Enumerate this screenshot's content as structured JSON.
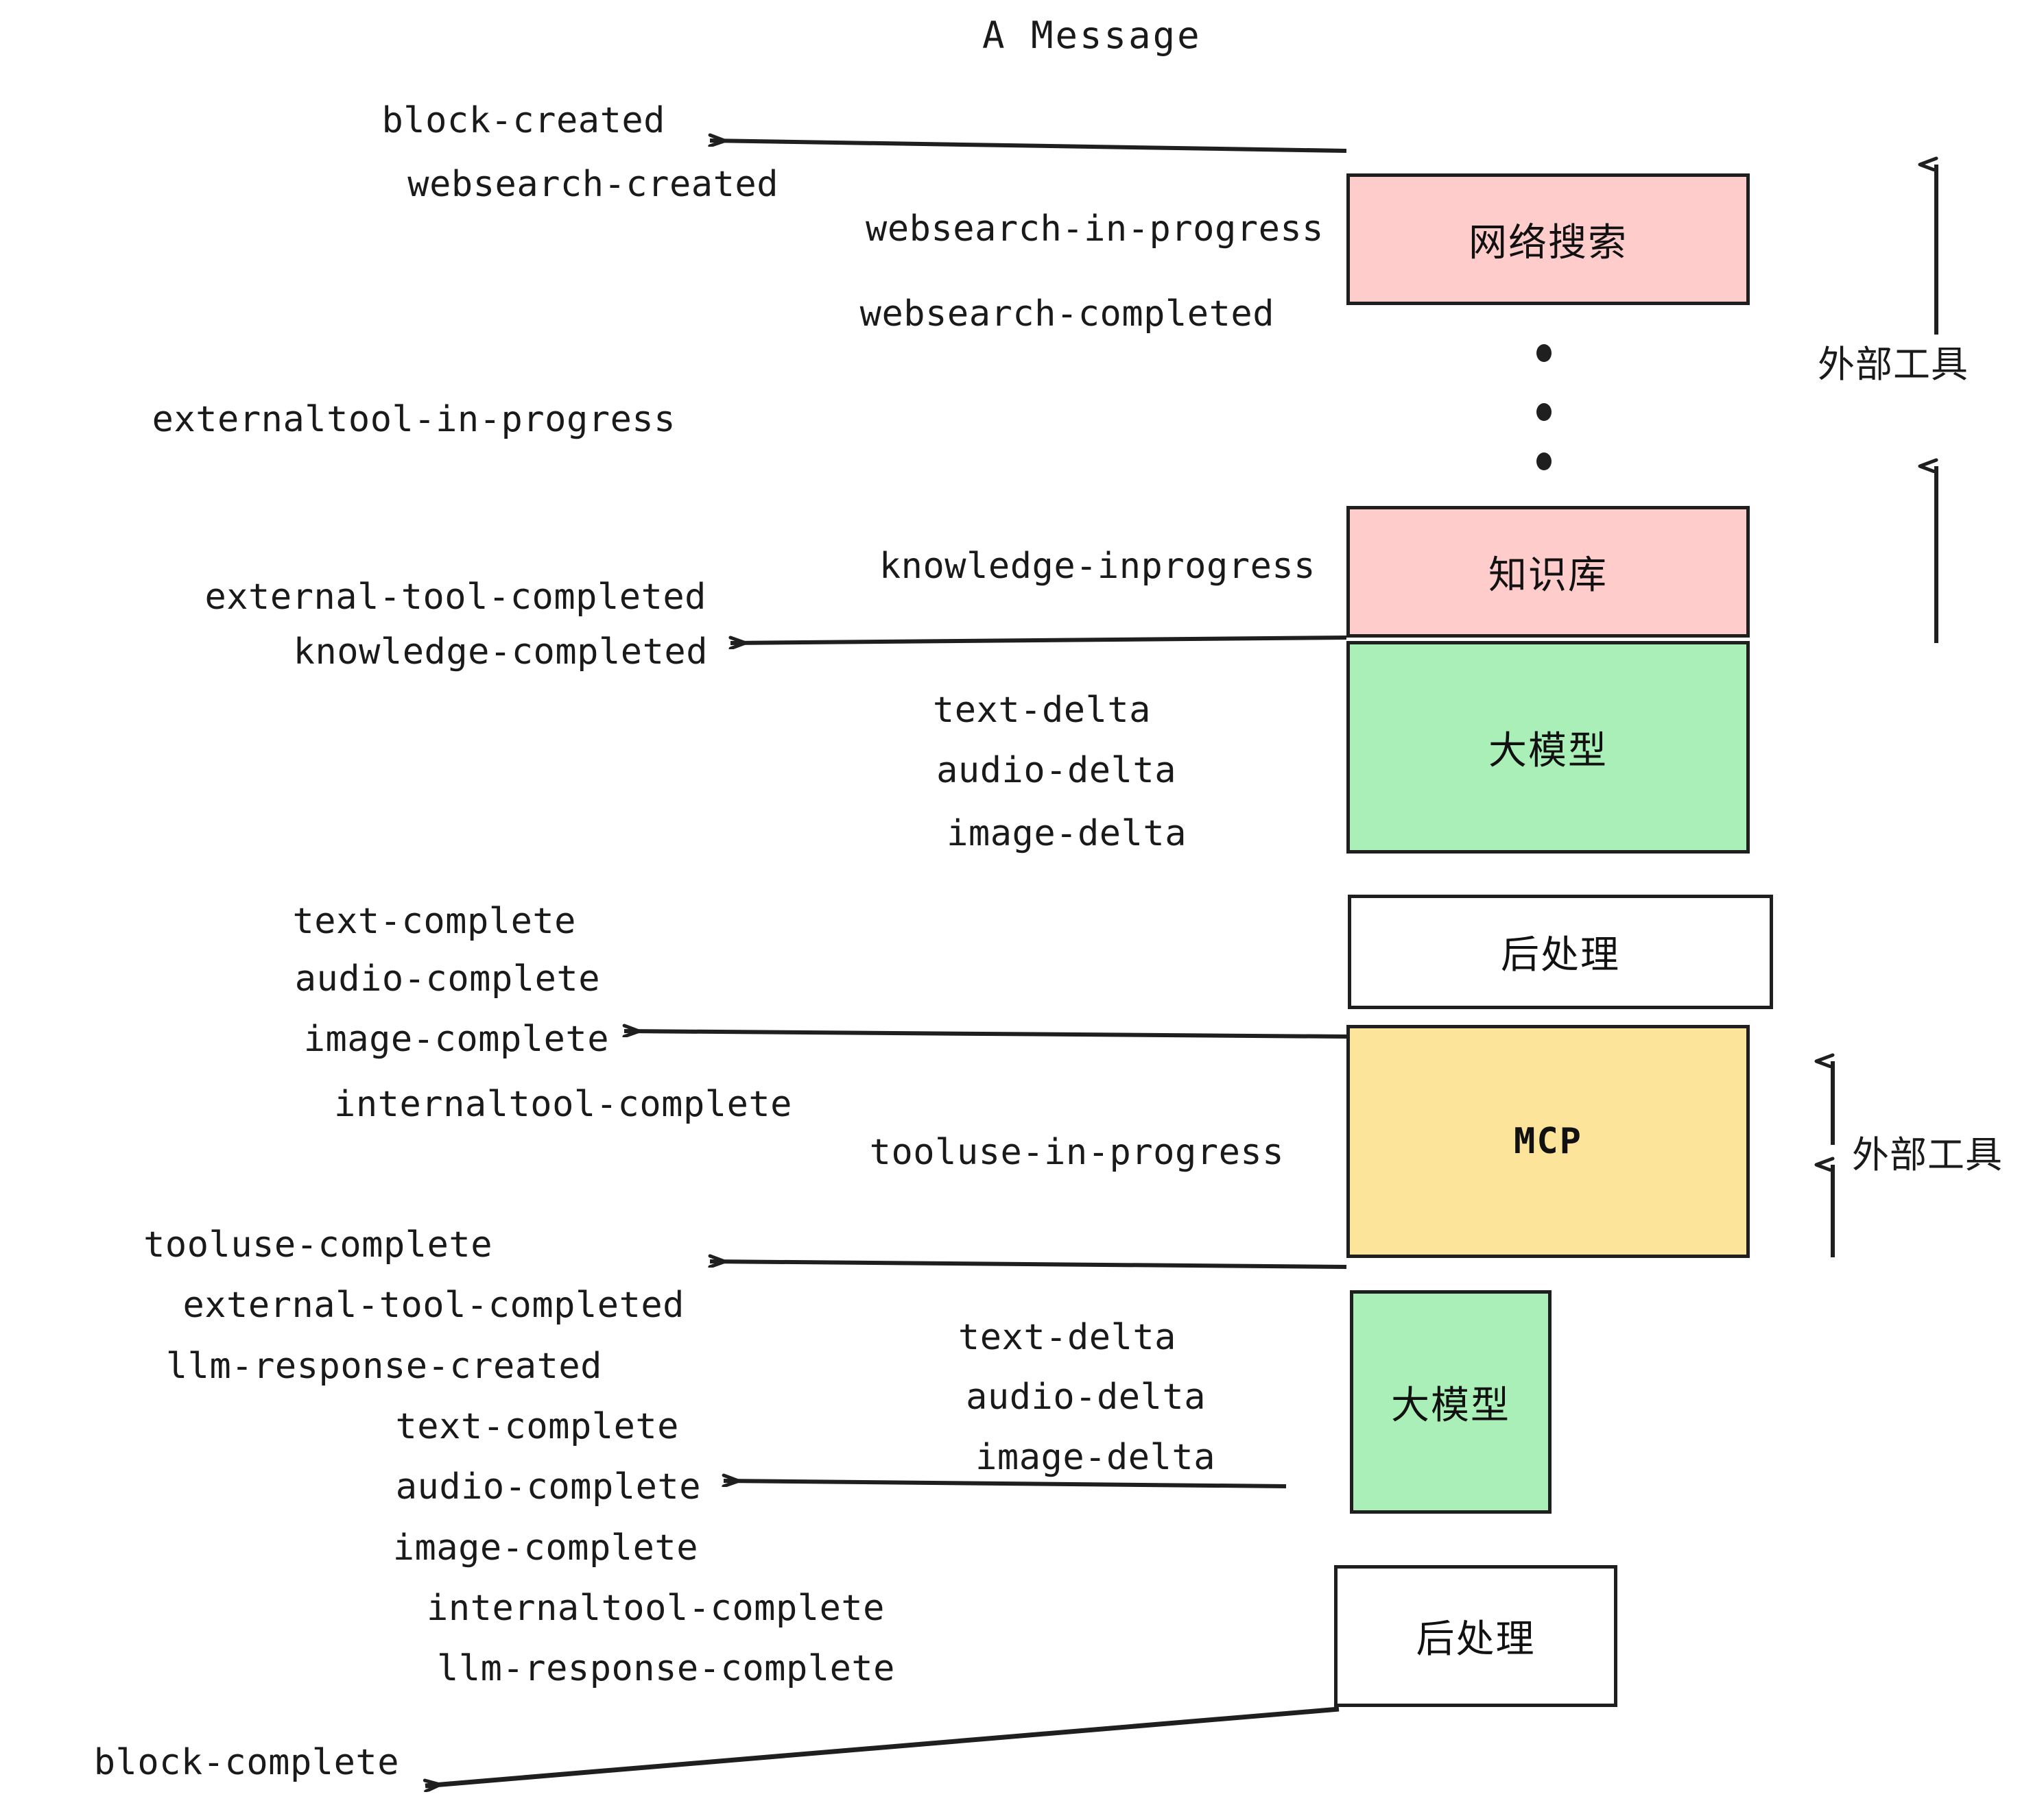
{
  "diagram": {
    "title": "A Message",
    "colors": {
      "pink": "#FFCCCC",
      "green": "#ABEFB8",
      "yellow": "#FCE49B",
      "white": "#FFFFFF",
      "stroke": "#1F1F1F",
      "text": "#1A1A1A"
    },
    "nodes": [
      {
        "id": "websearch",
        "label": "网络搜索",
        "fill": "pink",
        "mono": false
      },
      {
        "id": "knowledge",
        "label": "知识库",
        "fill": "pink",
        "mono": false
      },
      {
        "id": "llm-1",
        "label": "大模型",
        "fill": "green",
        "mono": false
      },
      {
        "id": "postproc-1",
        "label": "后处理",
        "fill": "white",
        "mono": false
      },
      {
        "id": "mcp",
        "label": "MCP",
        "fill": "yellow",
        "mono": true
      },
      {
        "id": "llm-2",
        "label": "大模型",
        "fill": "green",
        "mono": false
      },
      {
        "id": "postproc-2",
        "label": "后处理",
        "fill": "white",
        "mono": false
      }
    ],
    "side_labels": [
      {
        "id": "external-tool-top",
        "text": "外部工具"
      },
      {
        "id": "external-tool-bottom",
        "text": "外部工具"
      }
    ],
    "events": [
      {
        "id": "block-created",
        "text": "block-created"
      },
      {
        "id": "websearch-created",
        "text": "websearch-created"
      },
      {
        "id": "websearch-in-progress",
        "text": "websearch-in-progress"
      },
      {
        "id": "websearch-completed",
        "text": "websearch-completed"
      },
      {
        "id": "externaltool-in-progress",
        "text": "externaltool-in-progress"
      },
      {
        "id": "knowledge-inprogress",
        "text": "knowledge-inprogress"
      },
      {
        "id": "external-tool-completed-1",
        "text": "external-tool-completed"
      },
      {
        "id": "knowledge-completed",
        "text": "knowledge-completed"
      },
      {
        "id": "text-delta-1",
        "text": "text-delta"
      },
      {
        "id": "audio-delta-1",
        "text": "audio-delta"
      },
      {
        "id": "image-delta-1",
        "text": "image-delta"
      },
      {
        "id": "text-complete-1",
        "text": "text-complete"
      },
      {
        "id": "audio-complete-1",
        "text": "audio-complete"
      },
      {
        "id": "image-complete-1",
        "text": "image-complete"
      },
      {
        "id": "internaltool-complete-1",
        "text": "internaltool-complete"
      },
      {
        "id": "tooluse-in-progress",
        "text": "tooluse-in-progress"
      },
      {
        "id": "tooluse-complete",
        "text": "tooluse-complete"
      },
      {
        "id": "external-tool-completed-2",
        "text": "external-tool-completed"
      },
      {
        "id": "llm-response-created",
        "text": "llm-response-created"
      },
      {
        "id": "text-delta-2",
        "text": "text-delta"
      },
      {
        "id": "audio-delta-2",
        "text": "audio-delta"
      },
      {
        "id": "image-delta-2",
        "text": "image-delta"
      },
      {
        "id": "text-complete-2",
        "text": "text-complete"
      },
      {
        "id": "audio-complete-2",
        "text": "audio-complete"
      },
      {
        "id": "image-complete-2",
        "text": "image-complete"
      },
      {
        "id": "internaltool-complete-2",
        "text": "internaltool-complete"
      },
      {
        "id": "llm-response-complete",
        "text": "llm-response-complete"
      },
      {
        "id": "block-complete",
        "text": "block-complete"
      }
    ]
  }
}
